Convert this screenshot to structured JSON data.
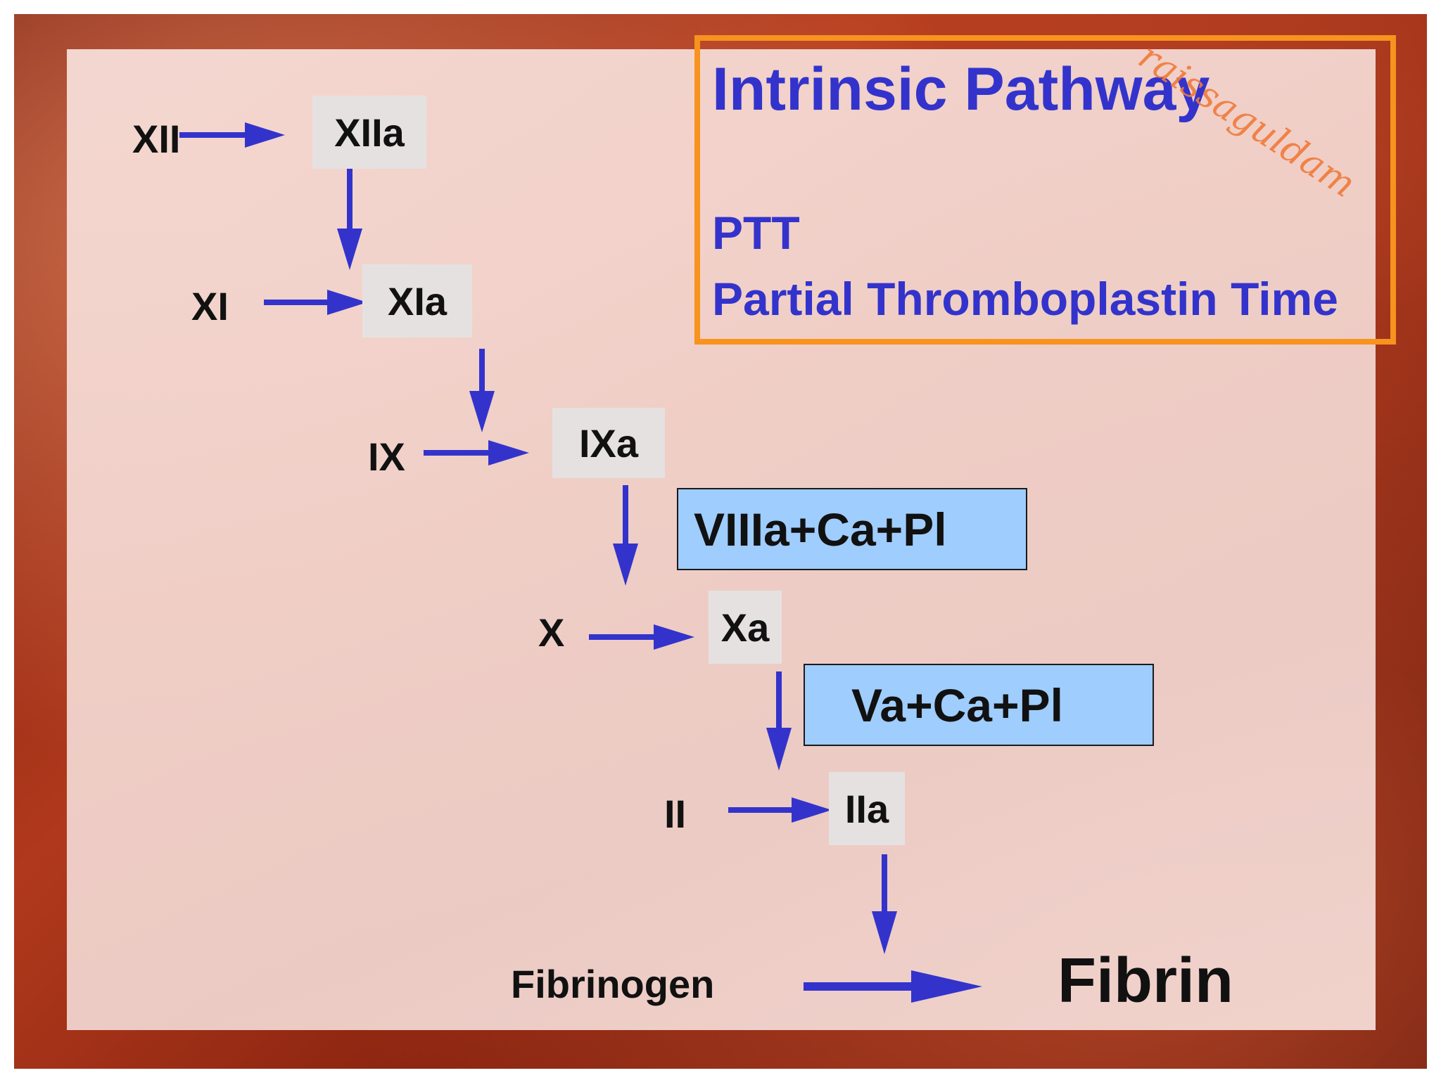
{
  "title": {
    "heading": "Intrinsic Pathway",
    "abbreviation": "PTT",
    "full_name": "Partial Thromboplastin Time"
  },
  "watermark": "raissaguldam",
  "factors": {
    "xii": "XII",
    "xiia": "XIIa",
    "xi": "XI",
    "xia": "XIa",
    "ix": "IX",
    "ixa": "IXa",
    "x": "X",
    "xa": "Xa",
    "ii": "II",
    "iia": "IIa",
    "fibrinogen": "Fibrinogen",
    "fibrin": "Fibrin"
  },
  "cofactors": {
    "tenase": "VIIIa+Ca+Pl",
    "prothrombinase": "Va+Ca+Pl"
  },
  "colors": {
    "arrow": "#3333cc",
    "title_text": "#3333cc",
    "title_border": "#f7931e",
    "cofactor_fill": "#9fcdfd",
    "factor_box_fill": "#e6e1e1",
    "watermark": "#f07a3a"
  }
}
